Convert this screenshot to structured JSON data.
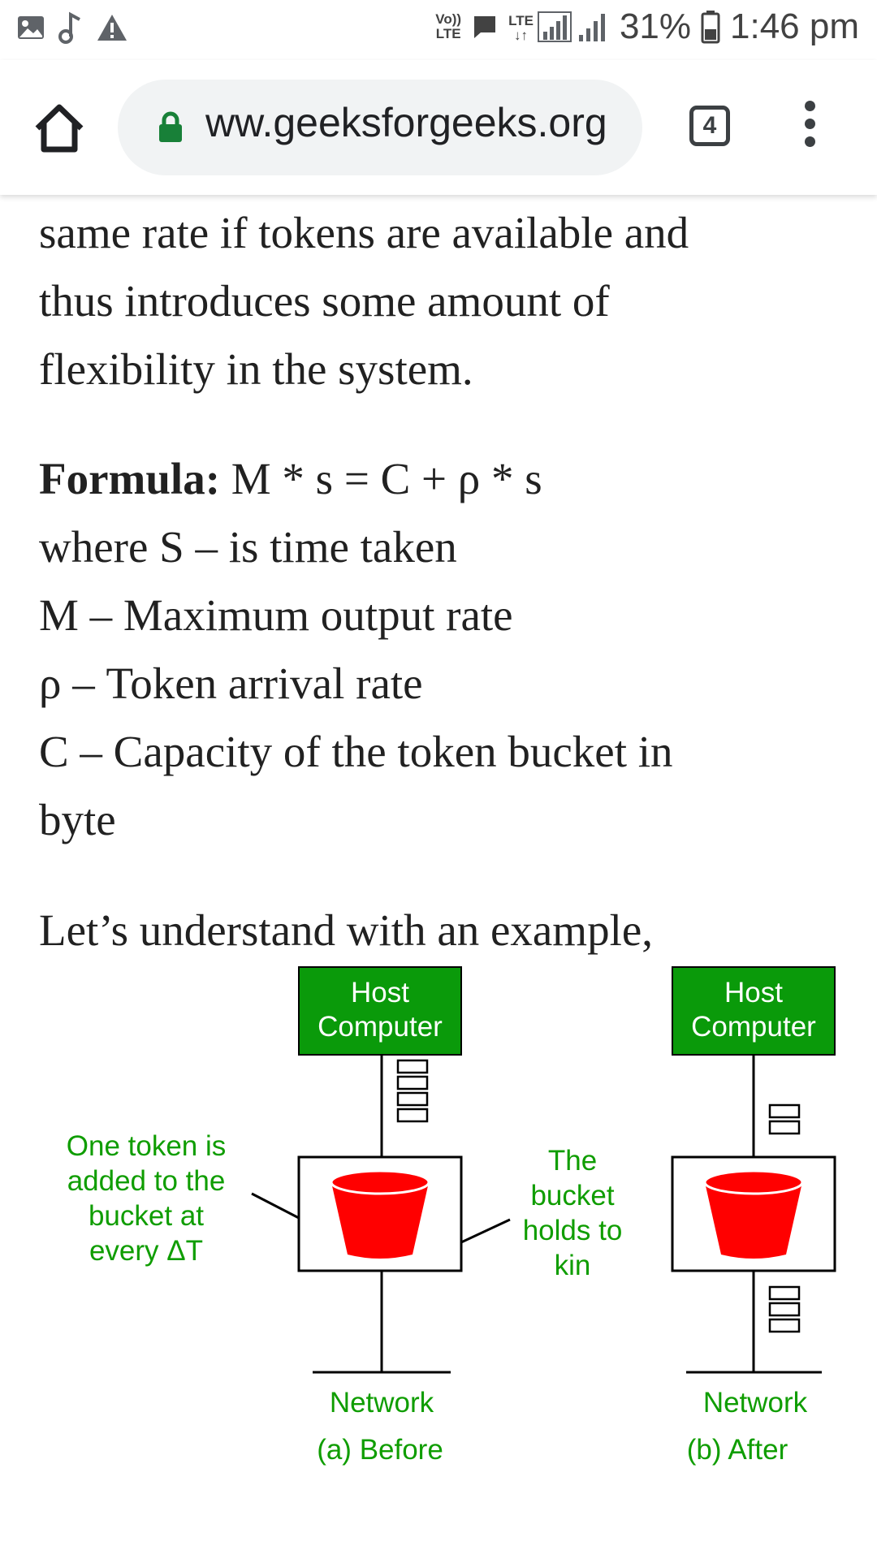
{
  "status_bar": {
    "volte_top": "Vo))",
    "volte_bottom": "LTE",
    "lte_top": "LTE",
    "battery": "31%",
    "time": "1:46 pm",
    "icons": [
      "image-icon",
      "music-note-icon",
      "warning-icon",
      "message-icon",
      "signal-icon",
      "battery-icon"
    ]
  },
  "browser": {
    "url": "ww.geeksforgeeks.org",
    "tab_count": "4",
    "icons": [
      "home-icon",
      "lock-icon",
      "tabs-icon",
      "overflow-menu-icon"
    ],
    "lock_color": "#188038"
  },
  "article": {
    "paragraph1_lines": [
      "same rate if tokens are available and",
      "thus introduces some amount of",
      "flexibility in the system."
    ],
    "formula_label": "Formula:",
    "formula": " M * s = C + ρ * s",
    "definitions": [
      "where S – is time taken",
      "M – Maximum output rate",
      "ρ – Token arrival rate",
      "C – Capacity of the token bucket in",
      "byte"
    ],
    "example_intro": "Let’s understand with an example,"
  },
  "diagram": {
    "host_label_line1": "Host",
    "host_label_line2": "Computer",
    "left_note": [
      "One token is",
      "added to the",
      "bucket at",
      "every ΔT"
    ],
    "middle_note": [
      "The",
      "bucket",
      "holds to",
      "kin"
    ],
    "network_label": "Network",
    "caption_before": "(a) Before",
    "caption_after": "(b) After",
    "colors": {
      "host_box": "#0a9a0a",
      "bucket": "#ff0000",
      "note_text": "#0f9d00"
    }
  }
}
